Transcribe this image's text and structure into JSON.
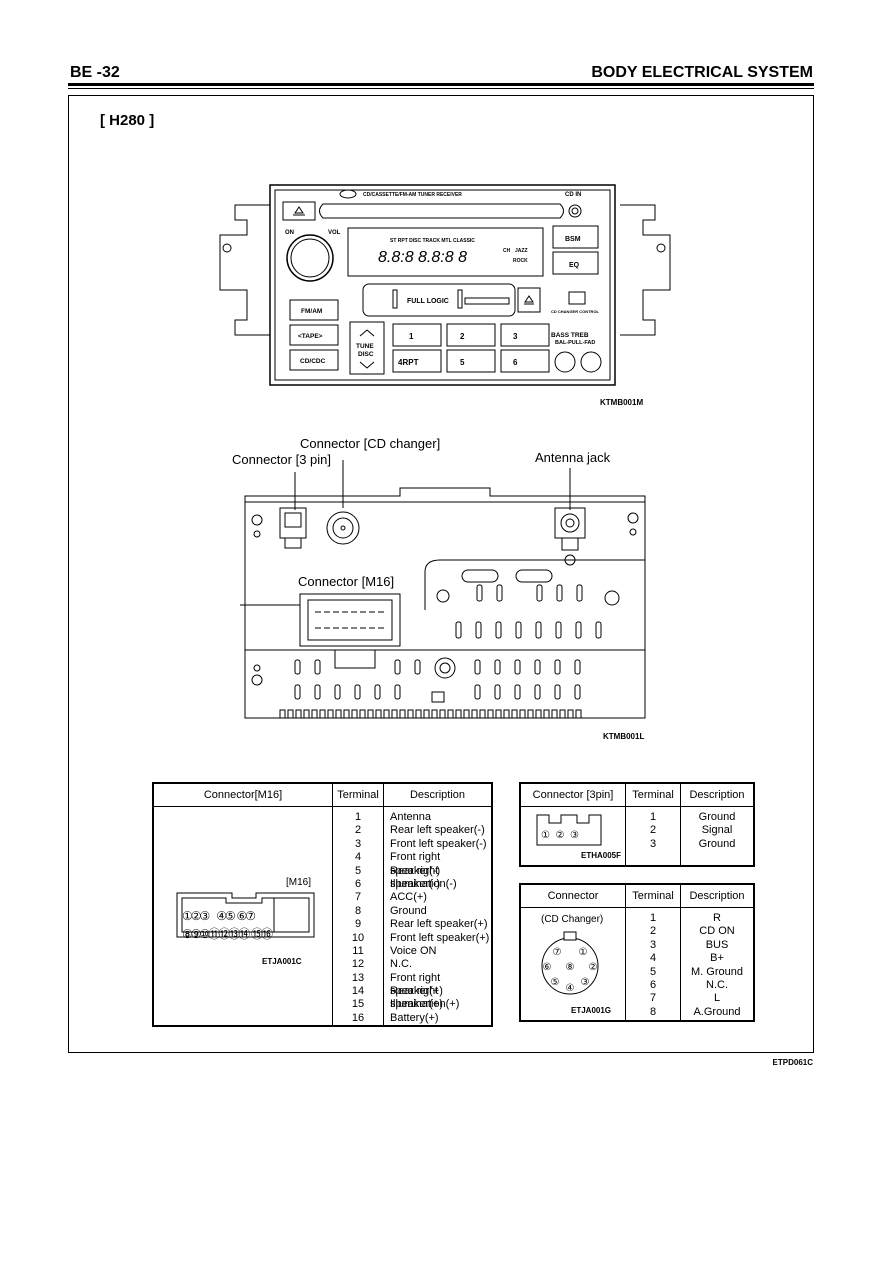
{
  "header": {
    "section": "BE -32",
    "title": "BODY ELECTRICAL SYSTEM"
  },
  "model": "[ H280 ]",
  "radio": {
    "panel_title": "CD/CASSETTE/FM-AM TUNER RECEIVER",
    "cd_in": "CD IN",
    "on": "ON",
    "vol": "VOL",
    "display_modes": "ST  RPT  DISC  TRACK  MTL  CLASSIC",
    "display_digits": "8.8:8 8.8:8 8",
    "display_ch": "CH",
    "display_jazz": "JAZZ",
    "display_rock": "ROCK",
    "full_logic": "FULL LOGIC",
    "bsm": "BSM",
    "eq": "EQ",
    "fm_am": "FM/AM",
    "tape": "<TAPE>",
    "cd_cdc": "CD/CDC",
    "tune": "TUNE",
    "disc": "DISC",
    "presets": [
      "1",
      "2",
      "3",
      "4RPT",
      "5",
      "6"
    ],
    "cd_changer_control": "CD CHANGER CONTROL",
    "bass_treb": "BASS   TREB",
    "bal_pull_fad": "BAL-PULL-FAD",
    "fig_code": "KTMB001M"
  },
  "rear": {
    "label_cd_changer": "Connector [CD changer]",
    "label_3pin": "Connector [3 pin]",
    "label_antenna": "Antenna jack",
    "label_m16": "Connector [M16]",
    "fig_code": "KTMB001L"
  },
  "m16_table": {
    "headers": [
      "Connector[M16]",
      "Terminal",
      "Description"
    ],
    "connector_label": "[M16]",
    "pins_top": "①②③      ④⑤  ⑥⑦",
    "pins_bottom": "⑧⑨⑩⑪⑫⑬⑭  ⑮⑯",
    "fig_code": "ETJA001C",
    "rows": [
      {
        "terminal": "1",
        "description": "Antenna"
      },
      {
        "terminal": "2",
        "description": "Rear left speaker(-)"
      },
      {
        "terminal": "3",
        "description": "Front left speaker(-)"
      },
      {
        "terminal": "4",
        "description": "Front right speaker(-)"
      },
      {
        "terminal": "5",
        "description": "Rear right speaker(-)"
      },
      {
        "terminal": "6",
        "description": "Illumination(-)"
      },
      {
        "terminal": "7",
        "description": "ACC(+)"
      },
      {
        "terminal": "8",
        "description": "Ground"
      },
      {
        "terminal": "9",
        "description": "Rear left speaker(+)"
      },
      {
        "terminal": "10",
        "description": "Front left speaker(+)"
      },
      {
        "terminal": "11",
        "description": "Voice ON"
      },
      {
        "terminal": "12",
        "description": "N.C."
      },
      {
        "terminal": "13",
        "description": "Front right speaker(+)"
      },
      {
        "terminal": "14",
        "description": "Rear right speaker(+)"
      },
      {
        "terminal": "15",
        "description": "Illumination(+)"
      },
      {
        "terminal": "16",
        "description": "Battery(+)"
      }
    ]
  },
  "pin3_table": {
    "headers": [
      "Connector [3pin]",
      "Terminal",
      "Description"
    ],
    "pins": "①  ②  ③",
    "fig_code": "ETHA005F",
    "rows": [
      {
        "terminal": "1",
        "description": "Ground"
      },
      {
        "terminal": "2",
        "description": "Signal"
      },
      {
        "terminal": "3",
        "description": "Ground"
      }
    ]
  },
  "cdc_table": {
    "headers": [
      "Connector",
      "Terminal",
      "Description"
    ],
    "connector_label": "(CD Changer)",
    "fig_code": "ETJA001G",
    "rows": [
      {
        "terminal": "1",
        "description": "R"
      },
      {
        "terminal": "2",
        "description": "CD ON"
      },
      {
        "terminal": "3",
        "description": "BUS"
      },
      {
        "terminal": "4",
        "description": "B+"
      },
      {
        "terminal": "5",
        "description": "M. Ground"
      },
      {
        "terminal": "6",
        "description": "N.C."
      },
      {
        "terminal": "7",
        "description": "L"
      },
      {
        "terminal": "8",
        "description": "A.Ground"
      }
    ]
  },
  "page_code": "ETPD061C"
}
